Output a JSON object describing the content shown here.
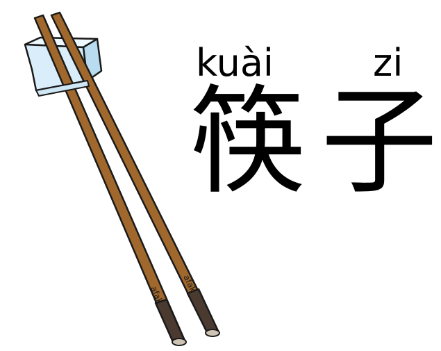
{
  "words": [
    {
      "pinyin": "kuài",
      "hanzi": "筷"
    },
    {
      "pinyin": "zi",
      "hanzi": "子"
    }
  ],
  "chopstick_brand": "afak",
  "colors": {
    "chopstick_body": "#a0682c",
    "chopstick_tip": "#4a3a30",
    "rest": "#d9eefa",
    "outline": "#1a1a1a",
    "text": "#000000"
  },
  "icons": [
    "chopsticks-icon",
    "chopstick-rest-icon"
  ]
}
